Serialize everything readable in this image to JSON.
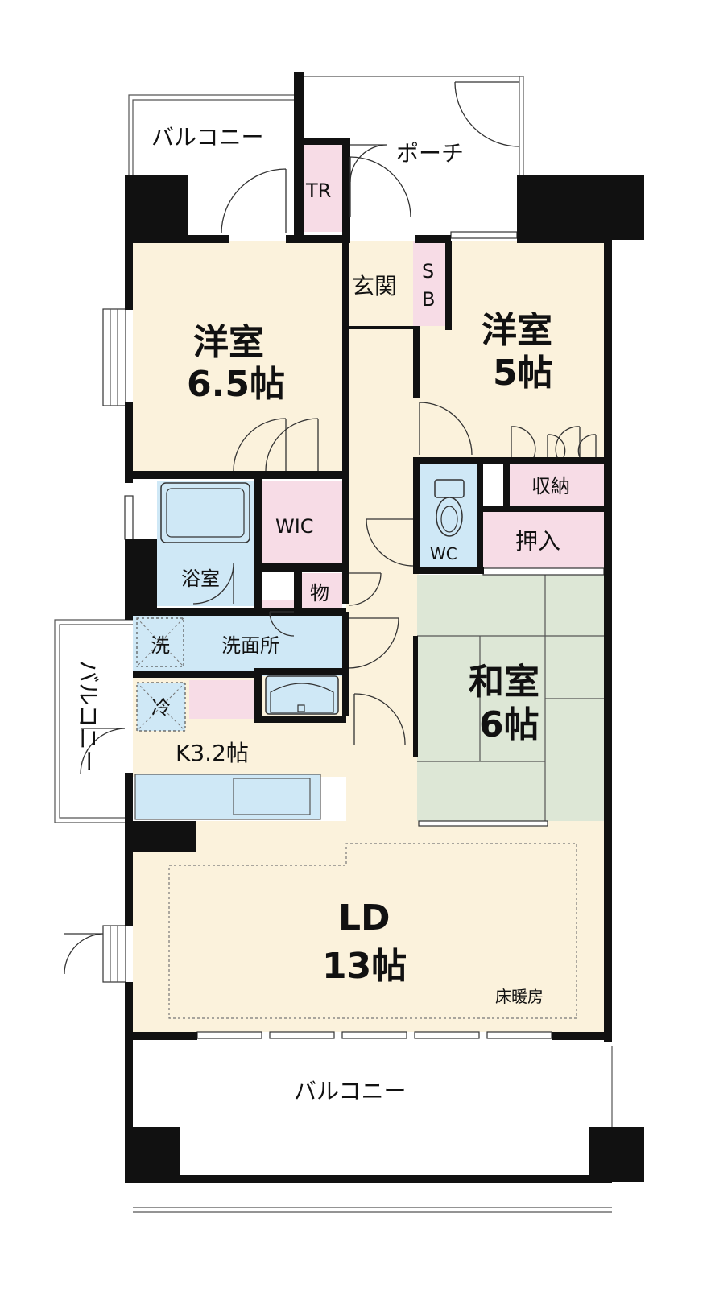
{
  "colors": {
    "floor_western": "#fbf2dc",
    "wet_area": "#cfe8f6",
    "storage": "#f7dce6",
    "tatami": "#dde7d6",
    "wall": "#111111",
    "line": "#555555"
  },
  "rooms": {
    "balcony_top": "バルコニー",
    "porch": "ポーチ",
    "tr": "TR",
    "entrance": "玄関",
    "sb": "S\nB",
    "sb_line1": "S",
    "sb_line2": "B",
    "western_a_name": "洋室",
    "western_a_size": "6.5帖",
    "western_b_name": "洋室",
    "western_b_size": "5帖",
    "wic": "WIC",
    "bath": "浴室",
    "closet_storage": "収納",
    "oshiire": "押入",
    "wc": "WC",
    "mono": "物",
    "washer": "洗",
    "washroom": "洗面所",
    "fridge": "冷",
    "kitchen": "K3.2帖",
    "balcony_side": "バルコニー",
    "japanese_name": "和室",
    "japanese_size": "6帖",
    "ld_name": "LD",
    "ld_size": "13帖",
    "floor_heating": "床暖房",
    "balcony_bottom": "バルコニー"
  },
  "icons": [
    "door-swing-icon",
    "toilet-icon",
    "bathtub-icon",
    "washbasin-icon",
    "sink-icon",
    "window-icon"
  ]
}
